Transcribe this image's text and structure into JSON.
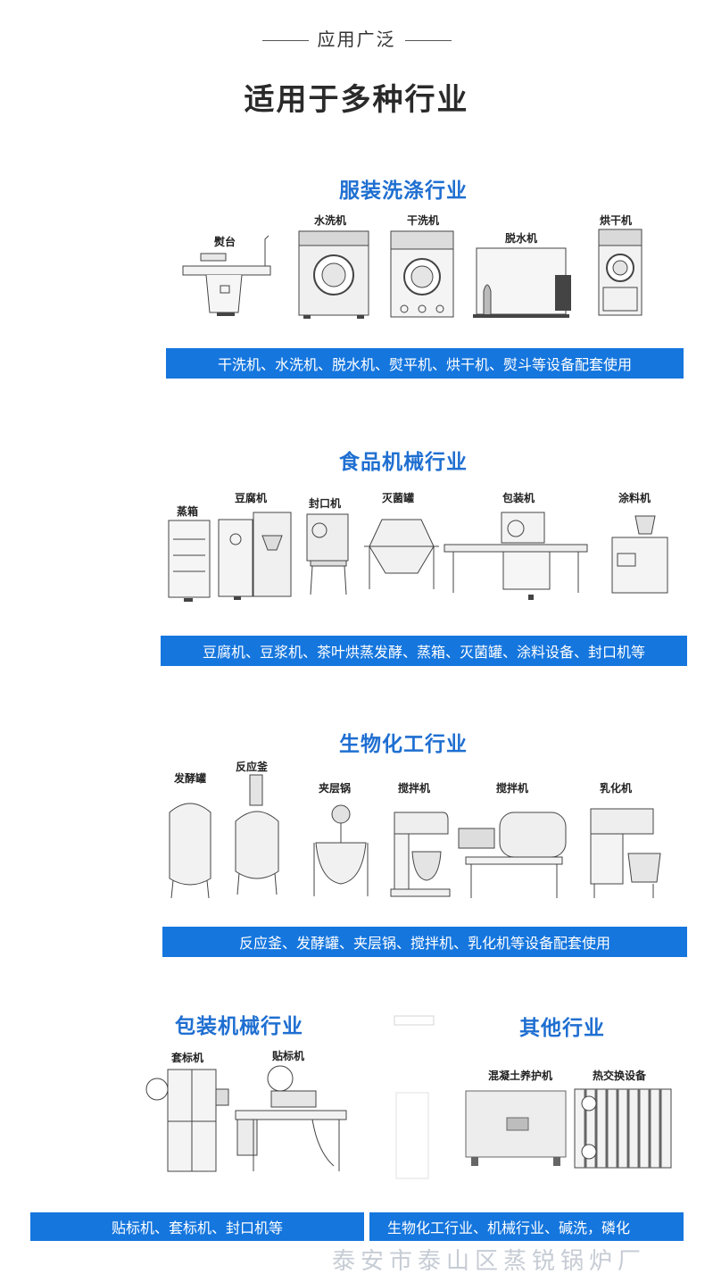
{
  "header": {
    "subtitle": "应用广泛",
    "title": "适用于多种行业"
  },
  "sections": {
    "laundry": {
      "title": "服装洗涤行业",
      "machines": [
        "熨台",
        "水洗机",
        "干洗机",
        "脱水机",
        "烘干机"
      ],
      "banner": "干洗机、水洗机、脱水机、熨平机、烘干机、熨斗等设备配套使用"
    },
    "food": {
      "title": "食品机械行业",
      "machines": [
        "蒸箱",
        "豆腐机",
        "封口机",
        "灭菌罐",
        "包装机",
        "涂料机"
      ],
      "banner": "豆腐机、豆浆机、茶叶烘蒸发酵、蒸箱、灭菌罐、涂料设备、封口机等"
    },
    "biochem": {
      "title": "生物化工行业",
      "machines": [
        "发酵罐",
        "反应釜",
        "夹层锅",
        "搅拌机",
        "搅拌机",
        "乳化机"
      ],
      "banner": "反应釜、发酵罐、夹层锅、搅拌机、乳化机等设备配套使用"
    },
    "packaging": {
      "title": "包装机械行业",
      "machines": [
        "套标机",
        "贴标机"
      ],
      "banner": "贴标机、套标机、封口机等"
    },
    "other": {
      "title": "其他行业",
      "machines": [
        "混凝土养护机",
        "热交换设备"
      ],
      "banner": "生物化工行业、机械行业、碱洗，磷化"
    }
  },
  "watermark": "泰安市泰山区蒸锐锅炉厂",
  "colors": {
    "accent": "#1f6fd1",
    "banner": "#1576de"
  }
}
